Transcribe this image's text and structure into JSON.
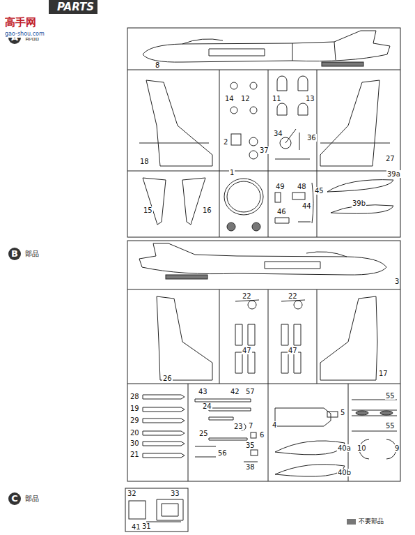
{
  "diagram": {
    "title": "PARTS",
    "nodes": [
      {
        "text": [
          "A",
          "部品"
        ]
      },
      {
        "text": [
          "B",
          "部品"
        ]
      },
      {
        "text": [
          "C",
          "部品"
        ]
      }
    ],
    "labels": [
      "高手网",
      "gao-shou.com",
      "8",
      "14",
      "12",
      "11",
      "13",
      "2",
      "34",
      "36",
      "37",
      "18",
      "27",
      "1",
      "49",
      "48",
      "15",
      "16",
      "46",
      "44",
      "45",
      "39a",
      "39b",
      "3",
      "22",
      "22",
      "47",
      "47",
      "26",
      "17",
      "28",
      "19",
      "29",
      "20",
      "30",
      "21",
      "43",
      "42",
      "57",
      "24",
      "23",
      "7",
      "25",
      "6",
      "56",
      "35",
      "38",
      "4",
      "5",
      "40a",
      "40b",
      "55",
      "55",
      "10",
      "9",
      "32",
      "33",
      "31",
      "41"
    ],
    "legend": [
      {
        "text": "不要部品",
        "color": "#777777"
      }
    ]
  }
}
